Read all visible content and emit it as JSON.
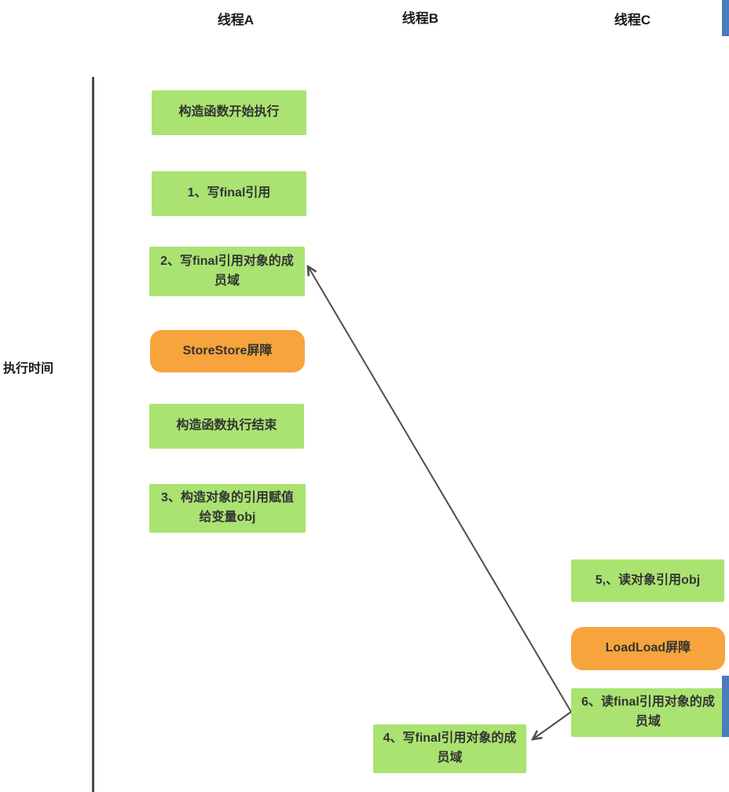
{
  "diagram": {
    "headers": [
      {
        "label": "线程A"
      },
      {
        "label": "线程B"
      },
      {
        "label": "线程C"
      }
    ],
    "timeline_label": "执行时间",
    "colors": {
      "green": "#aae371",
      "orange": "#f7a43d",
      "arrow": "#4d4d4d",
      "axis": "#4a4a4a",
      "blue": "#4a7dbe"
    },
    "nodes": [
      {
        "id": "a1",
        "type": "step",
        "label": "构造函数开始执行"
      },
      {
        "id": "a2",
        "type": "step",
        "label": "1、写final引用"
      },
      {
        "id": "a3",
        "type": "step",
        "label": "2、写final引用对象的成员域"
      },
      {
        "id": "a4",
        "type": "barrier",
        "label": "StoreStore屏障"
      },
      {
        "id": "a5",
        "type": "step",
        "label": "构造函数执行结束"
      },
      {
        "id": "a6",
        "type": "step",
        "label": "3、构造对象的引用赋值给变量obj"
      },
      {
        "id": "c1",
        "type": "step",
        "label": "5,、读对象引用obj"
      },
      {
        "id": "c2",
        "type": "barrier",
        "label": "LoadLoad屏障"
      },
      {
        "id": "c3",
        "type": "step",
        "label": "6、读final引用对象的成员域"
      },
      {
        "id": "b1",
        "type": "step",
        "label": "4、写final引用对象的成员域"
      }
    ],
    "edges": [
      {
        "from": "c3",
        "to": "a3"
      },
      {
        "from": "c3",
        "to": "b1"
      }
    ]
  }
}
